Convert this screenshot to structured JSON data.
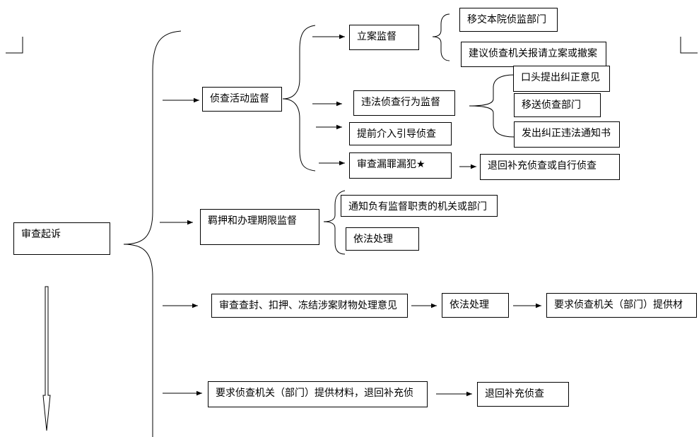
{
  "root": {
    "label": "审查起诉"
  },
  "branch_investigation": {
    "label": "侦查活动监督",
    "items": {
      "case_filing": {
        "label": "立案监督",
        "outcomes": [
          "移交本院侦监部门",
          "建议侦查机关报请立案或撤案"
        ]
      },
      "illegal_conduct": {
        "label": "违法侦查行为监督",
        "outcomes": [
          "口头提出纠正意见",
          "移送侦查部门",
          "发出纠正违法通知书"
        ]
      },
      "early_intervention": {
        "label": "提前介入引导侦查"
      },
      "missed_crimes": {
        "label": "审查漏罪漏犯★",
        "result": "退回补充侦查或自行侦查"
      }
    }
  },
  "branch_detention": {
    "label": "羁押和办理期限监督",
    "outcomes": [
      "通知负有监督职责的机关或部门",
      "依法处理"
    ]
  },
  "branch_property": {
    "label": "审查查封、扣押、冻结涉案财物处理意见",
    "step2": "依法处理",
    "step3": "要求侦查机关（部门）提供材"
  },
  "branch_materials": {
    "label": "要求侦查机关（部门）提供材料，退回补充侦",
    "result": "退回补充侦查"
  }
}
